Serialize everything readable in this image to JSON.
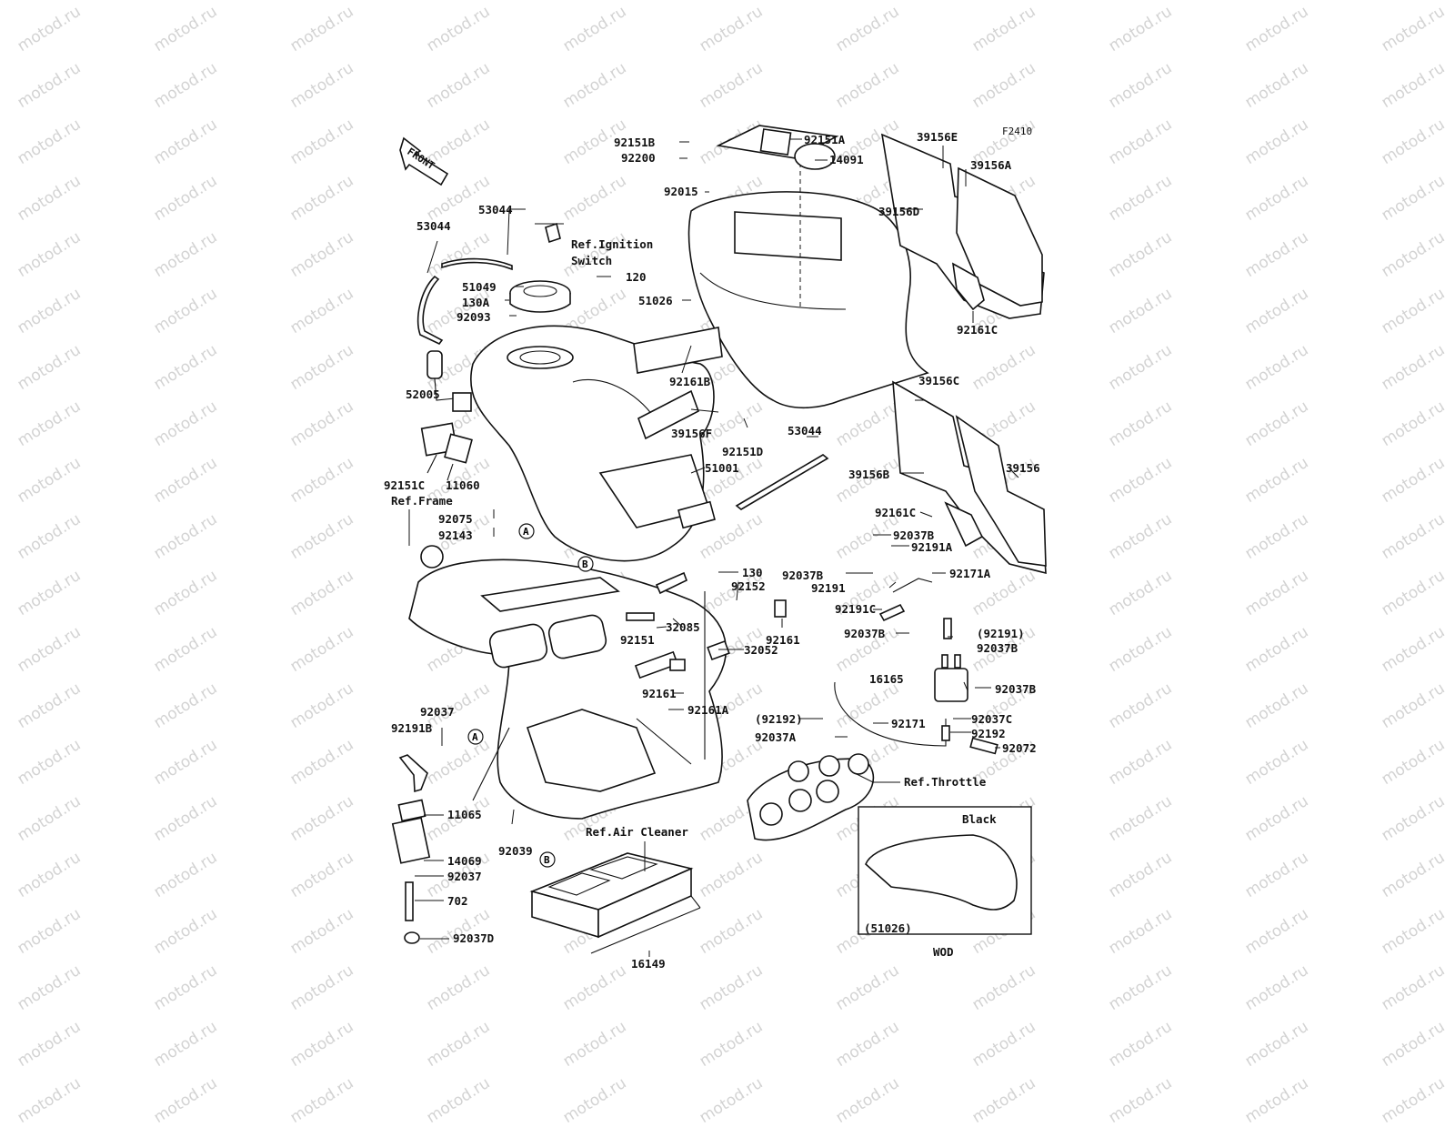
{
  "figure_code": "F2410",
  "watermark": "motod.ru",
  "front_arrow": "FRONT",
  "inset": {
    "color_label": "Black",
    "part_ref": "(51026)",
    "variant": "WOD"
  },
  "circle_refs": [
    "A",
    "B"
  ],
  "labels": [
    "92151B",
    "92200",
    "92015",
    "92151A",
    "14091",
    "39156E",
    "39156A",
    "39156D",
    "53044",
    "53044",
    "Ref.Ignition",
    "Switch",
    "120",
    "51049",
    "130A",
    "92093",
    "51026",
    "92161C",
    "92161B",
    "39156F",
    "92151D",
    "53044",
    "39156C",
    "52005",
    "92151C",
    "11060",
    "51001",
    "39156B",
    "39156",
    "Ref.Frame",
    "92075",
    "92143",
    "92161C",
    "92037B",
    "92191A",
    "130",
    "92037B",
    "92191",
    "92171A",
    "92152",
    "32085",
    "92151",
    "92161",
    "32052",
    "92191C",
    "92037B",
    "(92191)",
    "92037B",
    "16165",
    "92037B",
    "92161",
    "92161A",
    "(92192)",
    "92171",
    "92037C",
    "92037A",
    "92192",
    "92072",
    "Ref.Throttle",
    "92037",
    "92191B",
    "11065",
    "92039",
    "Ref.Air Cleaner",
    "14069",
    "92037",
    "702",
    "92037D",
    "16149"
  ]
}
